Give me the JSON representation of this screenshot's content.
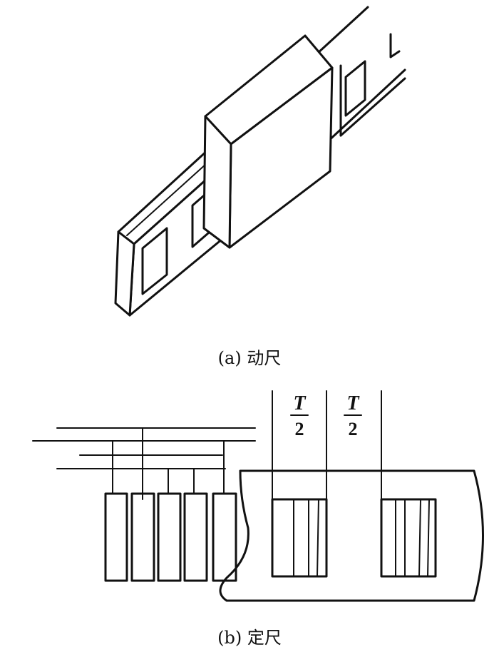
{
  "captions": {
    "a": "(a) 动尺",
    "b": "(b) 定尺"
  },
  "pitch_labels": [
    {
      "numerator": "T",
      "denominator": "2"
    },
    {
      "numerator": "T",
      "denominator": "2"
    }
  ]
}
